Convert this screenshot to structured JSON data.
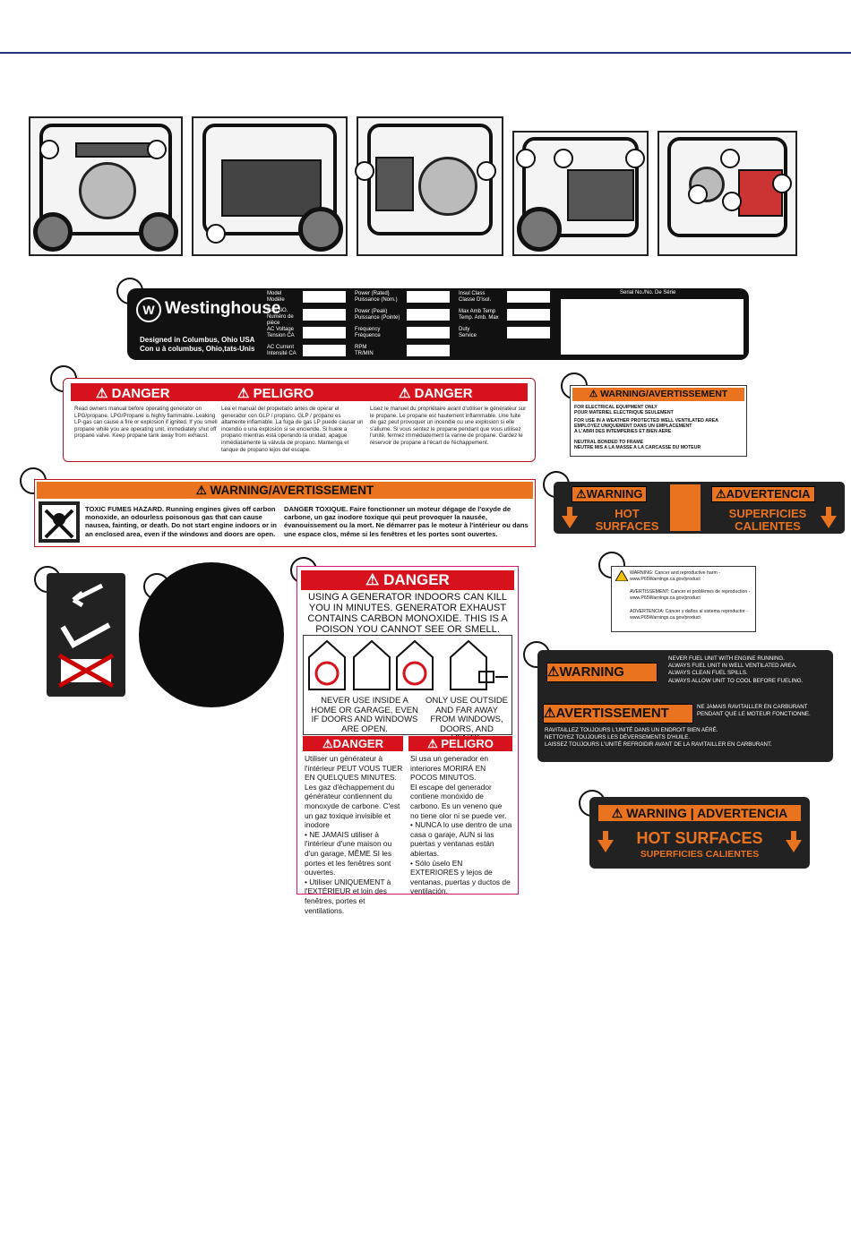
{
  "colors": {
    "rule": "#24337a",
    "danger_red": "#d8121d",
    "warning_orange": "#e9731e",
    "label_black": "#111111"
  },
  "rating_plate": {
    "brand": "Westinghouse",
    "logo_letter": "W",
    "designed": "Designed in Columbus, Ohio USA",
    "designed_fr": "Con u à columbus, Ohio,tats-Unis",
    "model": "Model\nModèle",
    "part": "Part NO.\nNuméro de pièce",
    "ac_voltage": "AC Voltage\nTension CA",
    "ac_current": "AC Current\nIntensité CA",
    "power_rated": "Power (Rated)\nPuissance (Nom.)",
    "power_peak": "Power (Peak)\nPuissance (Pointe)",
    "frequency": "Frequency\nFréquence",
    "rpm": "RPM\nTR/MIN",
    "insul": "Insul Class\nClasse D'isol.",
    "max_amb": "Max Amb Temp\nTemp. Amb. Max",
    "duty": "Duty\nService",
    "serial": "Serial No./No. De Série"
  },
  "propane_danger": {
    "h1": "⚠ DANGER",
    "h2": "⚠ PELIGRO",
    "h3": "⚠ DANGER",
    "en": "Read owners manual before operating generator on LPG/propane. LPG/Propane is highly flammable. Leaking LP-gas can cause a fire or explosion if ignited. If you smell propane while you are operating unit, immediately shut off propane valve. Keep propane tank away from exhaust.",
    "es": "Lea el manual del propietario antes de operar el generador con GLP / propano. GLP / propano es altamente inflamable. La fuga de gas LP puede causar un incendio o una explosión si se enciende. Si huele a propano mientras está operando la unidad, apague inmediatamente la válvula de propano. Mantenga el tanque de propano lejos del escape.",
    "fr": "Lisez le manuel du propriétaire avant d'utiliser le générateur sur le propane. Le propane est hautement inflammable. Une fuite de gaz peut provoquer un incendie ou une explosion si elle s'allume. Si vous sentez le propane pendant que vous utilisez l'unité, fermez immédiatement la vanne de propane. Gardez le réservoir de propane à l'écart de l'échappement."
  },
  "electrical_warning": {
    "head": "⚠ WARNING/AVERTISSEMENT",
    "l1": "FOR ELECTRICAL EQUIPMENT ONLY\nPOUR MATERIEL ELECTRIQUE SEULEMENT",
    "l2": "FOR USE IN A WEATHER PROTECTED WELL VENTILATED AREA\nEMPLOYEZ UNIQUEMENT DANS UN EMPLACEMENT\nA L'ABRI DES INTEMPERIES ET BIEN AERE",
    "l3": "NEUTRAL BONDED TO FRAME\nNEUTRE MIS A LA MASSE A LA CARCASSE DU MOTEUR"
  },
  "toxic": {
    "head": "⚠ WARNING/AVERTISSEMENT",
    "en": "TOXIC FUMES HAZARD. Running engines gives off carbon monoxide, an odourless poisonous gas that can cause nausea, fainting, or death. Do not start engine indoors or in an enclosed area, even if the windows and doors are open.",
    "fr": "DANGER TOXIQUE. Faire fonctionner un moteur dégage de l'oxyde de carbone, un gaz inodore toxique qui peut provoquer la nausée, évanouissement ou la mort. Ne démarrer pas le moteur à l'intérieur ou dans une espace clos, même si les fenêtres et les portes sont ouvertes."
  },
  "hot_wide": {
    "w1": "⚠WARNING",
    "w2": "⚠ADVERTENCIA",
    "t1": "HOT\nSURFACES",
    "t2": "SUPERFICIES\nCALIENTES"
  },
  "indoor": {
    "head": "⚠ DANGER",
    "main": "USING A GENERATOR INDOORS CAN KILL YOU IN MINUTES. GENERATOR EXHAUST CONTAINS CARBON MONOXIDE. THIS IS A POISON YOU CANNOT SEE OR SMELL.",
    "never": "NEVER USE INSIDE A HOME OR GARAGE, EVEN IF DOORS AND WINDOWS ARE OPEN.",
    "only": "ONLY USE OUTSIDE AND FAR AWAY FROM WINDOWS, DOORS, AND VENTS.",
    "sub1": "⚠DANGER",
    "sub2": "⚠ PELIGRO",
    "fr": "Utiliser un générateur à l'intérieur PEUT VOUS TUER EN QUELQUES MINUTES.\nLes gaz d'échappement du générateur contiennent du monoxyde de carbone. C'est un gaz toxique invisible et inodore\n• NE JAMAIS utiliser à l'intérieur d'une maison ou d'un garage, MÊME SI les portes et les fenêtres sont ouvertes.\n• Utiliser UNIQUEMENT à l'EXTÉRIEUR et loin des fenêtres, portes et ventilations.",
    "es": "Si usa un generador en interiores MORIRÁ EN POCOS MINUTOS.\nEl escape del generador contiene monóxido de carbono. Es un veneno que no tiene olor ni se puede ver.\n• NUNCA lo use dentro de una casa o garaje, AUN si las puertas y ventanas están abiertas.\n• Sólo úselo EN EXTERIORES y lejos de ventanas, puertas y ductos de ventilación."
  },
  "p65": {
    "en": "WARNING: Cancer and reproductive harm - www.P65Warnings.ca.gov/product",
    "fr": "AVERTISSEMENT: Cancer et problèmes de reproduction - www.P65Warnings.ca.gov/product",
    "es": "ADVERTENCIA: Cáncer y daños al sistema reproductor - www.P65Warnings.ca.gov/product"
  },
  "fuel": {
    "w": "⚠WARNING",
    "a": "⚠AVERTISSEMENT",
    "en": "NEVER FUEL UNIT WITH ENGINE RUNNING.\nALWAYS FUEL UNIT IN WELL VENTILATED AREA.\nALWAYS CLEAN FUEL SPILLS.\nALWAYS ALLOW UNIT TO COOL BEFORE FUELING.",
    "fr1": "NE JAMAIS RAVITAILLER EN CARBURANT\nPENDANT QUE LE MOTEUR FONCTIONNE.",
    "fr2": "RAVITAILLEZ TOUJOURS L'UNITÉ DANS UN ENDROIT BIEN AÉRÉ.\nNETTOYEZ TOUJOURS LES DÉVERSEMENTS D'HUILE.\nLAISSEZ TOUJOURS L'UNITÉ REFROIDIR AVANT DE LA RAVITAILLER EN CARBURANT."
  },
  "hot_small": {
    "w": "⚠ WARNING | ADVERTENCIA",
    "t1": "HOT SURFACES",
    "t2": "SUPERFICIES CALIENTES"
  }
}
